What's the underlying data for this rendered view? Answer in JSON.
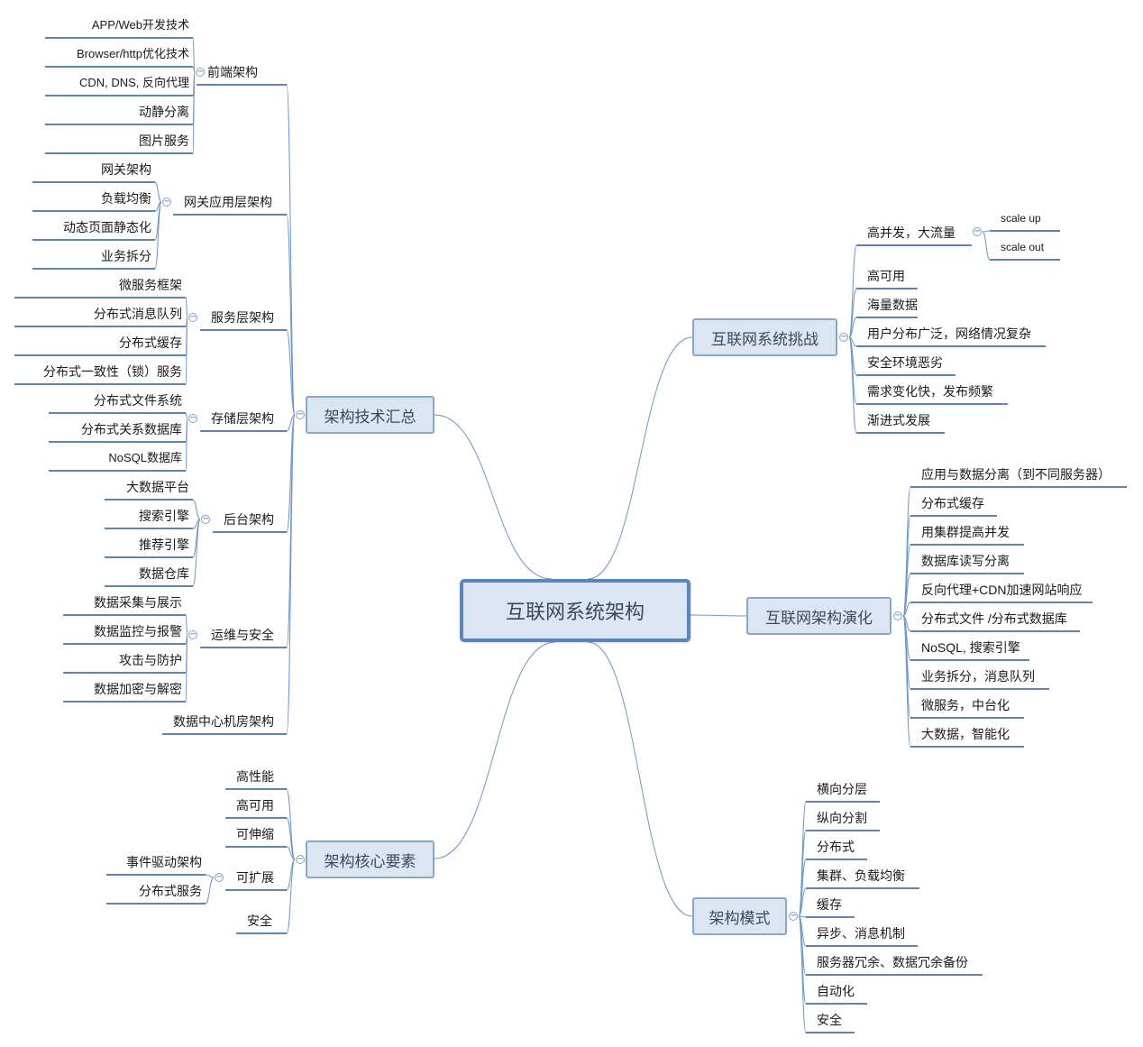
{
  "center": {
    "label": "互联网系统架构"
  },
  "tech_summary": {
    "label": "架构技术汇总",
    "frontend": {
      "label": "前端架构",
      "items": [
        "APP/Web开发技术",
        "Browser/http优化技术",
        "CDN, DNS, 反向代理",
        "动静分离",
        "图片服务"
      ]
    },
    "gateway": {
      "label": "网关应用层架构",
      "items": [
        "网关架构",
        "负载均衡",
        "动态页面静态化",
        "业务拆分"
      ]
    },
    "service": {
      "label": "服务层架构",
      "items": [
        "微服务框架",
        "分布式消息队列",
        "分布式缓存",
        "分布式一致性（锁）服务"
      ]
    },
    "storage": {
      "label": "存储层架构",
      "items": [
        "分布式文件系统",
        "分布式关系数据库",
        "NoSQL数据库"
      ]
    },
    "backend": {
      "label": "后台架构",
      "items": [
        "大数据平台",
        "搜索引擎",
        "推荐引擎",
        "数据仓库"
      ]
    },
    "ops": {
      "label": "运维与安全",
      "items": [
        "数据采集与展示",
        "数据监控与报警",
        "攻击与防护",
        "数据加密与解密"
      ]
    },
    "datacenter": {
      "label": "数据中心机房架构"
    }
  },
  "core_elements": {
    "label": "架构核心要素",
    "items": [
      "高性能",
      "高可用",
      "可伸缩"
    ],
    "scalable": {
      "label": "可扩展",
      "items": [
        "事件驱动架构",
        "分布式服务"
      ]
    },
    "security": "安全"
  },
  "challenges": {
    "label": "互联网系统挑战",
    "traffic": {
      "label": "高并发，大流量",
      "items": [
        "scale up",
        "scale out"
      ]
    },
    "items": [
      "高可用",
      "海量数据",
      "用户分布广泛，网络情况复杂",
      "安全环境恶劣",
      "需求变化快，发布频繁",
      "渐进式发展"
    ]
  },
  "evolution": {
    "label": "互联网架构演化",
    "items": [
      "应用与数据分离（到不同服务器）",
      "分布式缓存",
      "用集群提高并发",
      "数据库读写分离",
      "反向代理+CDN加速网站响应",
      "分布式文件 /分布式数据库",
      "NoSQL, 搜索引擎",
      "业务拆分，消息队列",
      "微服务，中台化",
      "大数据，智能化"
    ]
  },
  "patterns": {
    "label": "架构模式",
    "items": [
      "横向分层",
      "纵向分割",
      "分布式",
      "集群、负载均衡",
      "缓存",
      "异步、消息机制",
      "服务器冗余、数据冗余备份",
      "自动化",
      "安全"
    ]
  },
  "toggle_symbol": "−",
  "colors": {
    "link": "#6f96c8",
    "underline": "#2f5c97",
    "node_fill": "#dce6f2",
    "node_border": "#8aa6c8",
    "center_border": "#5b86bd",
    "text": "#1a1a1a"
  }
}
